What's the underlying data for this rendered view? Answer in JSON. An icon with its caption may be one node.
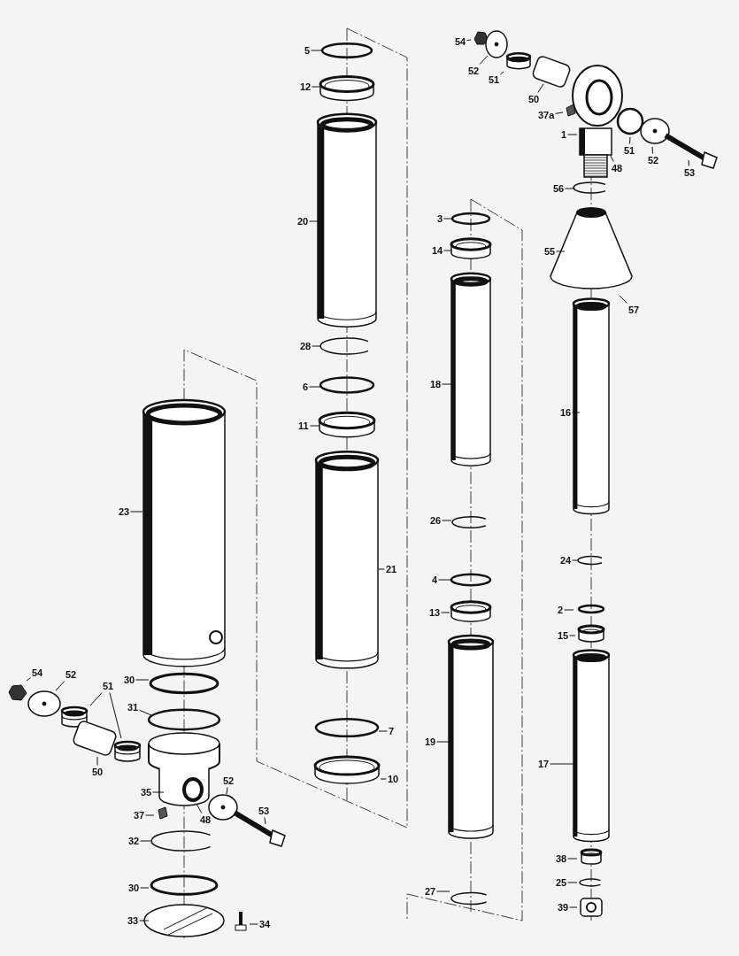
{
  "diagram": {
    "nodes": [
      {
        "text": [
          "5"
        ]
      },
      {
        "text": [
          "12"
        ]
      },
      {
        "text": [
          "20"
        ]
      },
      {
        "text": [
          "28"
        ]
      },
      {
        "text": [
          "6"
        ]
      },
      {
        "text": [
          "11"
        ]
      },
      {
        "text": [
          "21"
        ]
      },
      {
        "text": [
          "7"
        ]
      },
      {
        "text": [
          "10"
        ]
      },
      {
        "text": [
          "3"
        ]
      },
      {
        "text": [
          "14"
        ]
      },
      {
        "text": [
          "18"
        ]
      },
      {
        "text": [
          "26"
        ]
      },
      {
        "text": [
          "4"
        ]
      },
      {
        "text": [
          "13"
        ]
      },
      {
        "text": [
          "19"
        ]
      },
      {
        "text": [
          "27"
        ]
      },
      {
        "text": [
          "54"
        ]
      },
      {
        "text": [
          "52"
        ]
      },
      {
        "text": [
          "51"
        ]
      },
      {
        "text": [
          "50"
        ]
      },
      {
        "text": [
          "37a"
        ]
      },
      {
        "text": [
          "1"
        ]
      },
      {
        "text": [
          "51"
        ]
      },
      {
        "text": [
          "48"
        ]
      },
      {
        "text": [
          "52"
        ]
      },
      {
        "text": [
          "53"
        ]
      },
      {
        "text": [
          "56"
        ]
      },
      {
        "text": [
          "55"
        ]
      },
      {
        "text": [
          "57"
        ]
      },
      {
        "text": [
          "16"
        ]
      },
      {
        "text": [
          "24"
        ]
      },
      {
        "text": [
          "2"
        ]
      },
      {
        "text": [
          "15"
        ]
      },
      {
        "text": [
          "17"
        ]
      },
      {
        "text": [
          "38"
        ]
      },
      {
        "text": [
          "25"
        ]
      },
      {
        "text": [
          "39"
        ]
      },
      {
        "text": [
          "23"
        ]
      },
      {
        "text": [
          "30"
        ]
      },
      {
        "text": [
          "31"
        ]
      },
      {
        "text": [
          "54"
        ]
      },
      {
        "text": [
          "52"
        ]
      },
      {
        "text": [
          "51"
        ]
      },
      {
        "text": [
          "50"
        ]
      },
      {
        "text": [
          "35"
        ]
      },
      {
        "text": [
          "52"
        ]
      },
      {
        "text": [
          "37"
        ]
      },
      {
        "text": [
          "48"
        ]
      },
      {
        "text": [
          "53"
        ]
      },
      {
        "text": [
          "32"
        ]
      },
      {
        "text": [
          "30"
        ]
      },
      {
        "text": [
          "33"
        ]
      },
      {
        "text": [
          "34"
        ]
      }
    ],
    "edges": [
      {
        "from": 0,
        "to": null,
        "arrow": "none"
      },
      {
        "from": 1,
        "to": null,
        "arrow": "none"
      },
      {
        "from": 2,
        "to": null,
        "arrow": "none"
      },
      {
        "from": 3,
        "to": null,
        "arrow": "none"
      },
      {
        "from": 4,
        "to": null,
        "arrow": "none"
      },
      {
        "from": 5,
        "to": null,
        "arrow": "none"
      },
      {
        "from": 6,
        "to": null,
        "arrow": "none"
      },
      {
        "from": 7,
        "to": null,
        "arrow": "none"
      },
      {
        "from": 8,
        "to": null,
        "arrow": "none"
      },
      {
        "from": 9,
        "to": null,
        "arrow": "none"
      },
      {
        "from": 10,
        "to": null,
        "arrow": "none"
      },
      {
        "from": 11,
        "to": null,
        "arrow": "none"
      },
      {
        "from": 12,
        "to": null,
        "arrow": "none"
      },
      {
        "from": 13,
        "to": null,
        "arrow": "none"
      },
      {
        "from": 14,
        "to": null,
        "arrow": "none"
      },
      {
        "from": 15,
        "to": null,
        "arrow": "none"
      },
      {
        "from": 16,
        "to": null,
        "arrow": "none"
      },
      {
        "from": 17,
        "to": null,
        "arrow": "none"
      },
      {
        "from": 18,
        "to": null,
        "arrow": "none"
      },
      {
        "from": 19,
        "to": null,
        "arrow": "none"
      },
      {
        "from": 20,
        "to": null,
        "arrow": "none"
      },
      {
        "from": 21,
        "to": null,
        "arrow": "none"
      },
      {
        "from": 22,
        "to": null,
        "arrow": "none"
      },
      {
        "from": 23,
        "to": null,
        "arrow": "none"
      },
      {
        "from": 24,
        "to": null,
        "arrow": "none"
      },
      {
        "from": 25,
        "to": null,
        "arrow": "none"
      },
      {
        "from": 26,
        "to": null,
        "arrow": "none"
      },
      {
        "from": 27,
        "to": null,
        "arrow": "none"
      },
      {
        "from": 28,
        "to": null,
        "arrow": "none"
      },
      {
        "from": 29,
        "to": null,
        "arrow": "none"
      },
      {
        "from": 30,
        "to": null,
        "arrow": "none"
      },
      {
        "from": 31,
        "to": null,
        "arrow": "none"
      },
      {
        "from": 32,
        "to": null,
        "arrow": "none"
      },
      {
        "from": 33,
        "to": null,
        "arrow": "none"
      },
      {
        "from": 34,
        "to": null,
        "arrow": "none"
      },
      {
        "from": 35,
        "to": null,
        "arrow": "none"
      },
      {
        "from": 36,
        "to": null,
        "arrow": "none"
      },
      {
        "from": 37,
        "to": null,
        "arrow": "none"
      },
      {
        "from": 38,
        "to": null,
        "arrow": "none"
      },
      {
        "from": 39,
        "to": null,
        "arrow": "none"
      },
      {
        "from": 40,
        "to": null,
        "arrow": "none"
      },
      {
        "from": 41,
        "to": null,
        "arrow": "none"
      },
      {
        "from": 42,
        "to": null,
        "arrow": "none"
      },
      {
        "from": 43,
        "to": null,
        "arrow": "none"
      },
      {
        "from": 43,
        "to": null,
        "arrow": "none"
      },
      {
        "from": 44,
        "to": null,
        "arrow": "none"
      },
      {
        "from": 45,
        "to": null,
        "arrow": "none"
      },
      {
        "from": 46,
        "to": null,
        "arrow": "none"
      },
      {
        "from": 47,
        "to": null,
        "arrow": "none"
      },
      {
        "from": 48,
        "to": null,
        "arrow": "none"
      },
      {
        "from": 49,
        "to": null,
        "arrow": "none"
      },
      {
        "from": 50,
        "to": null,
        "arrow": "none"
      },
      {
        "from": 51,
        "to": null,
        "arrow": "none"
      },
      {
        "from": 52,
        "to": null,
        "arrow": "none"
      },
      {
        "from": 53,
        "to": null,
        "arrow": "none"
      }
    ]
  }
}
